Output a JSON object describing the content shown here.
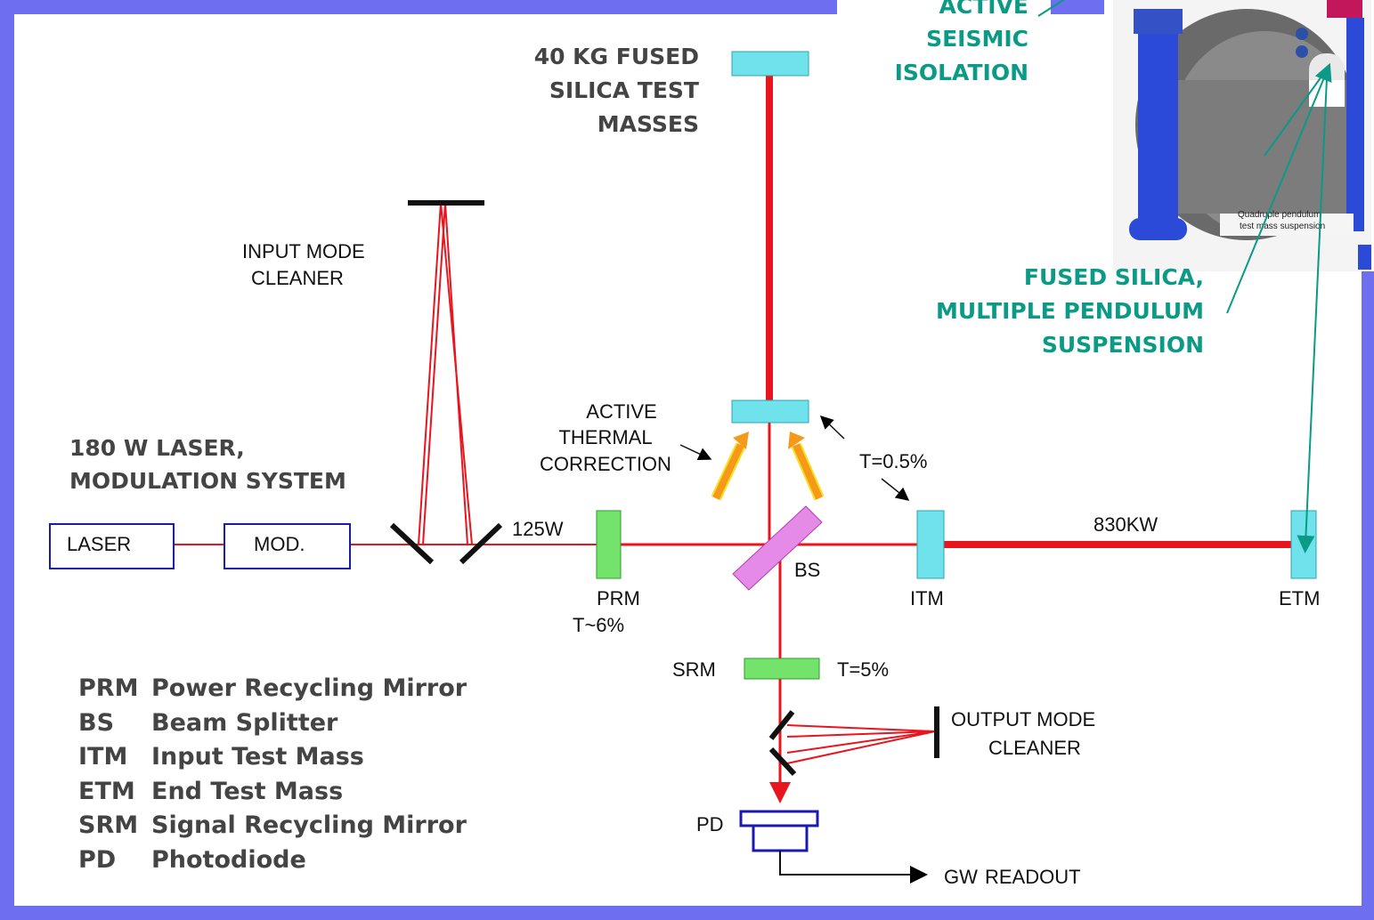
{
  "labels": {
    "test_masses": [
      "40 KG FUSED",
      "SILICA TEST",
      "MASSES"
    ],
    "seismic": [
      "ACTIVE",
      "SEISMIC",
      "ISOLATION"
    ],
    "input_mode_cleaner": [
      "INPUT  MODE",
      "CLEANER"
    ],
    "laser_system": [
      "180 W LASER,",
      "MODULATION SYSTEM"
    ],
    "thermal": [
      "ACTIVE",
      "THERMAL",
      "CORRECTION"
    ],
    "itm_transmission": "T=0.5%",
    "pendulum": [
      "FUSED SILICA,",
      "MULTIPLE PENDULUM",
      "SUSPENSION"
    ],
    "laser_box": "LASER",
    "mod_box": "MOD.",
    "power_125": "125W",
    "power_830": "830KW",
    "prm": [
      "PRM",
      "T~6%"
    ],
    "bs": "BS",
    "itm": "ITM",
    "etm": "ETM",
    "srm": "SRM",
    "srm_transmission": "T=5%",
    "output_mode_cleaner": [
      "OUTPUT  MODE",
      "CLEANER"
    ],
    "pd": "PD",
    "gw": "GW",
    "readout": "READOUT",
    "photo_caption": [
      "Quadruple pendulum",
      "test mass suspension"
    ]
  },
  "legend": [
    {
      "abbr": "PRM",
      "text": "Power Recycling Mirror"
    },
    {
      "abbr": "BS",
      "text": "Beam Splitter"
    },
    {
      "abbr": "ITM",
      "text": "Input Test Mass"
    },
    {
      "abbr": "ETM",
      "text": "End Test Mass"
    },
    {
      "abbr": "SRM",
      "text": "Signal Recycling Mirror"
    },
    {
      "abbr": "PD",
      "text": "Photodiode"
    }
  ],
  "colors": {
    "beam": "#e8141e",
    "frame": "#6e6ef0",
    "mirror_cyan": "#6fe2ec",
    "mirror_green": "#74e36c",
    "beam_splitter": "#e58ae6",
    "accent_teal": "#0b9a86",
    "thermal_arrow": "#f59a18"
  }
}
